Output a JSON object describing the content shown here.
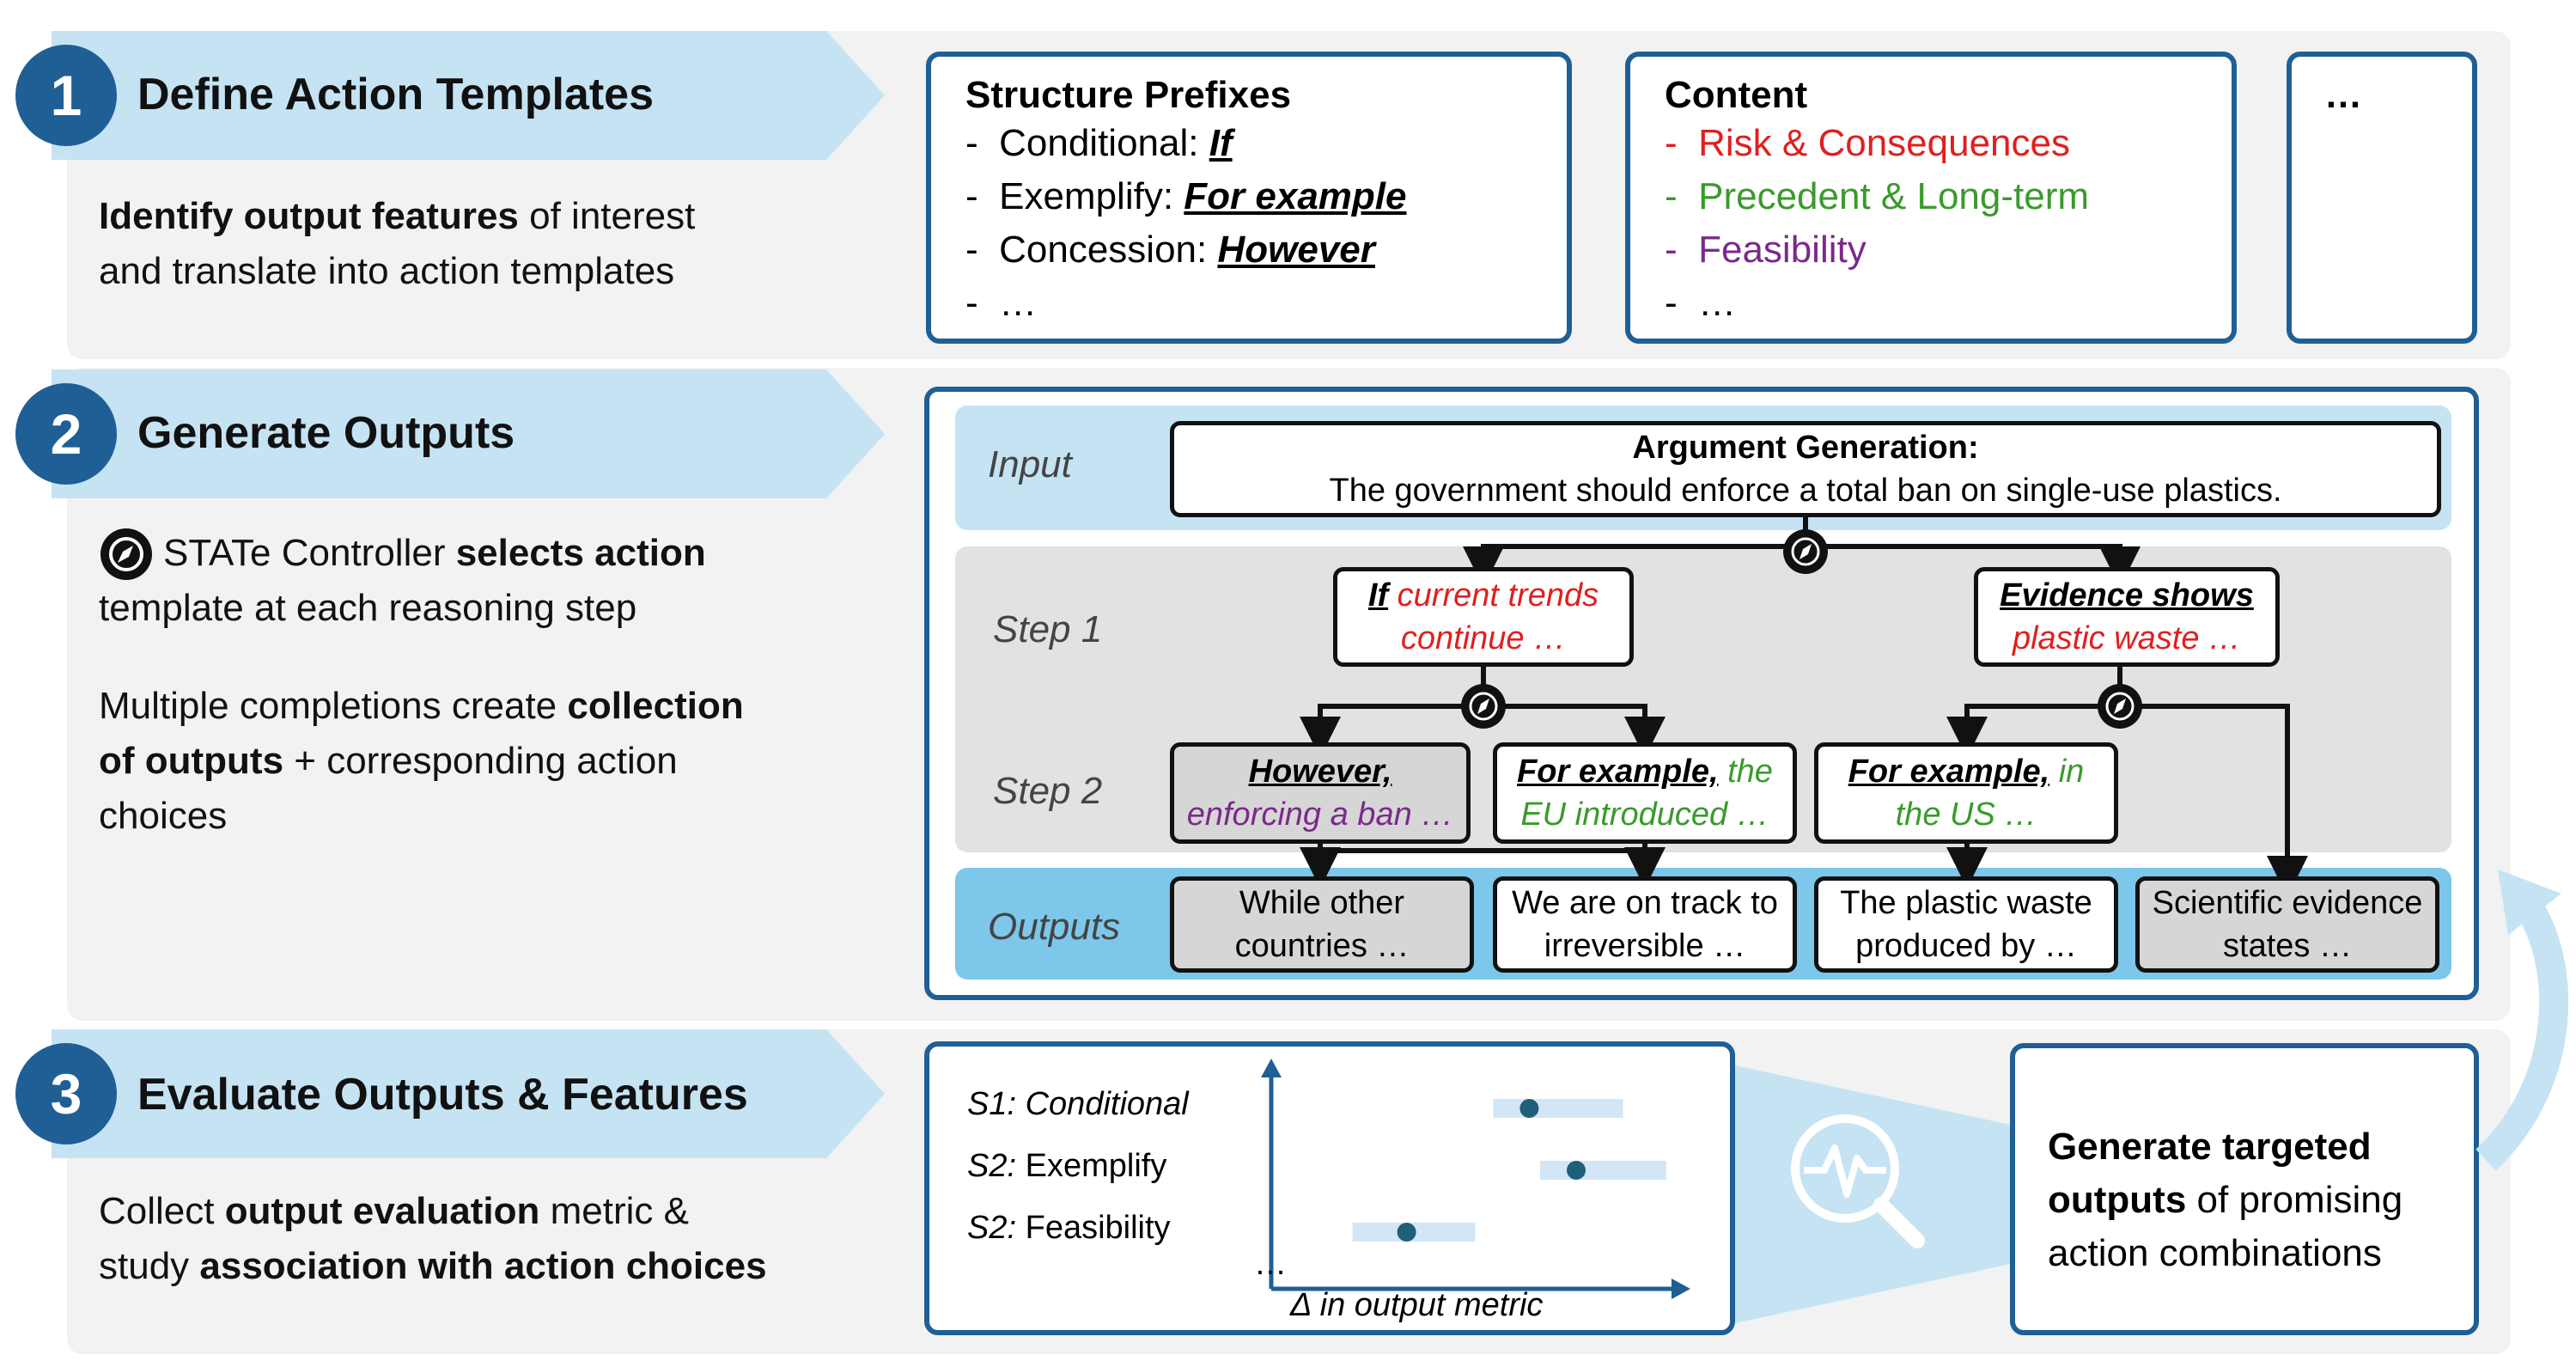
{
  "steps": [
    {
      "num": "1",
      "title": "Define Action Templates",
      "desc_line1_bold": "Identify output features",
      "desc_line1_rest": " of interest",
      "desc_line2": "and translate into action templates"
    },
    {
      "num": "2",
      "title": "Generate Outputs",
      "desc_a_pre": " STATe Controller ",
      "desc_a_bold": "selects action",
      "desc_a_line2": "template at each reasoning step",
      "desc_b_line1_pre": "Multiple completions create ",
      "desc_b_line1_bold": "collection",
      "desc_b_line2_bold": "of outputs",
      "desc_b_line2_rest": " + corresponding action",
      "desc_b_line3": "choices"
    },
    {
      "num": "3",
      "title": "Evaluate Outputs & Features",
      "desc_line1_pre": "Collect ",
      "desc_line1_bold": "output evaluation",
      "desc_line1_rest": " metric &",
      "desc_line2_pre": "study ",
      "desc_line2_bold": "association with action choices"
    }
  ],
  "structure_card": {
    "title": "Structure Prefixes",
    "items": [
      {
        "label": "Conditional: ",
        "prefix": "If"
      },
      {
        "label": "Exemplify: ",
        "prefix": "For example"
      },
      {
        "label": "Concession: ",
        "prefix": "However"
      },
      {
        "label": "…",
        "prefix": ""
      }
    ]
  },
  "content_card": {
    "title": "Content",
    "items": [
      "Risk & Consequences",
      "Precedent & Long-term",
      "Feasibility",
      "…"
    ],
    "colors": [
      "#e01f1f",
      "#3a9a2c",
      "#7a2a8a",
      "#111111"
    ]
  },
  "more_card": "…",
  "tree": {
    "rows": {
      "input": "Input",
      "step1": "Step 1",
      "step2": "Step 2",
      "outputs": "Outputs"
    },
    "input_title": "Argument Generation:",
    "input_text": "The government should enforce a total ban on single-use plastics.",
    "step1_left": {
      "prefix": "If",
      "rest1": " current trends",
      "rest2": "continue …"
    },
    "step1_right": {
      "prefix": "Evidence shows",
      "rest": "plastic waste …"
    },
    "step2_a": {
      "prefix": "However,",
      "rest": "enforcing a ban …"
    },
    "step2_b": {
      "prefix": "For example,",
      "rest1": " the",
      "rest2": "EU introduced …"
    },
    "step2_c": {
      "prefix": "For example,",
      "rest1": " in",
      "rest2": "the US …"
    },
    "outputs": [
      {
        "l1": "While other",
        "l2": "countries …"
      },
      {
        "l1": "We are on track to",
        "l2": "irreversible …"
      },
      {
        "l1": "The plastic waste",
        "l2": "produced by …"
      },
      {
        "l1": "Scientific evidence",
        "l2": "states …"
      }
    ]
  },
  "chart_data": {
    "type": "scatter",
    "categories": [
      "S1: Conditional",
      "S2: Exemplify",
      "S2: Feasibility"
    ],
    "category_labels": [
      {
        "prefix": "S1:",
        "rest": " Conditional",
        "prefix_italic": true,
        "rest_italic": true
      },
      {
        "prefix": "S2:",
        "rest": " Exemplify",
        "prefix_italic": true,
        "rest_italic": false
      },
      {
        "prefix": "S2:",
        "rest": " Feasibility",
        "prefix_italic": true,
        "rest_italic": false
      }
    ],
    "points": [
      0.62,
      0.75,
      0.28
    ],
    "intervals": [
      [
        0.52,
        0.88
      ],
      [
        0.65,
        1.0
      ],
      [
        0.13,
        0.47
      ]
    ],
    "xlabel": "Δ in output metric",
    "more": "…",
    "xlim": [
      0,
      1
    ]
  },
  "generate_box": {
    "l1_bold": "Generate targeted",
    "l2_bold": "outputs",
    "l2_rest": " of promising",
    "l3": "action combinations"
  },
  "colors": {
    "dark_blue": "#1f5f95",
    "light_blue": "#c5e3f3",
    "mid_blue": "#7cc7ea",
    "panel": "#f2f2f2"
  }
}
